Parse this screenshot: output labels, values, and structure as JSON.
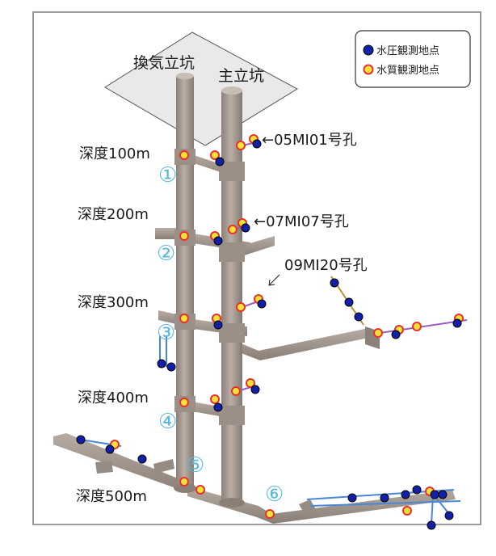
{
  "labels": {
    "ventilation_shaft": "換気立坑",
    "main_shaft": "主立坑",
    "depth_100": "深度100m",
    "depth_200": "深度200m",
    "depth_300": "深度300m",
    "depth_400": "深度400m",
    "depth_500": "深度500m"
  },
  "boreholes": {
    "b1": "←05MI01号孔",
    "b2": "←07MI07号孔",
    "b3": "09MI20号孔"
  },
  "stations": [
    "①",
    "②",
    "③",
    "④",
    "⑤",
    "⑥"
  ],
  "legend": {
    "pressure": "水圧観測地点",
    "quality": "水質観測地点"
  },
  "colors": {
    "pressure_marker": "#1020a8",
    "quality_marker_fill": "#f3e23a",
    "quality_marker_ring": "#e8302a",
    "shaft": "#a49a92",
    "borehole_blue": "#4a86d8",
    "borehole_purple": "#9a5cc0",
    "borehole_gold": "#b8923c"
  }
}
